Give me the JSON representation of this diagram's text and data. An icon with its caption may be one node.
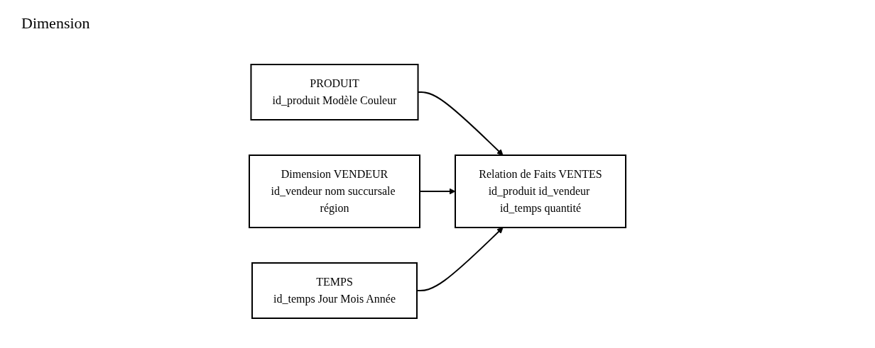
{
  "diagram": {
    "nodes": [
      {
        "text": [
          "PRODUIT",
          "id_produit Modèle Couleur"
        ]
      },
      {
        "text": [
          "Relation de Faits VENTES",
          "id_produit id_vendeur id_temps quantité"
        ]
      },
      {
        "text": [
          "Dimension VENDEUR",
          "id_vendeur nom succursale région"
        ]
      },
      {
        "text": [
          "TEMPS",
          "id_temps Jour Mois Année"
        ]
      }
    ],
    "edges": [
      {
        "from": 0,
        "to": 1,
        "arrow": "to"
      },
      {
        "from": 2,
        "to": 1,
        "arrow": "to"
      },
      {
        "from": 3,
        "to": 1,
        "arrow": "to"
      }
    ],
    "labels": [
      "Dimension"
    ]
  }
}
